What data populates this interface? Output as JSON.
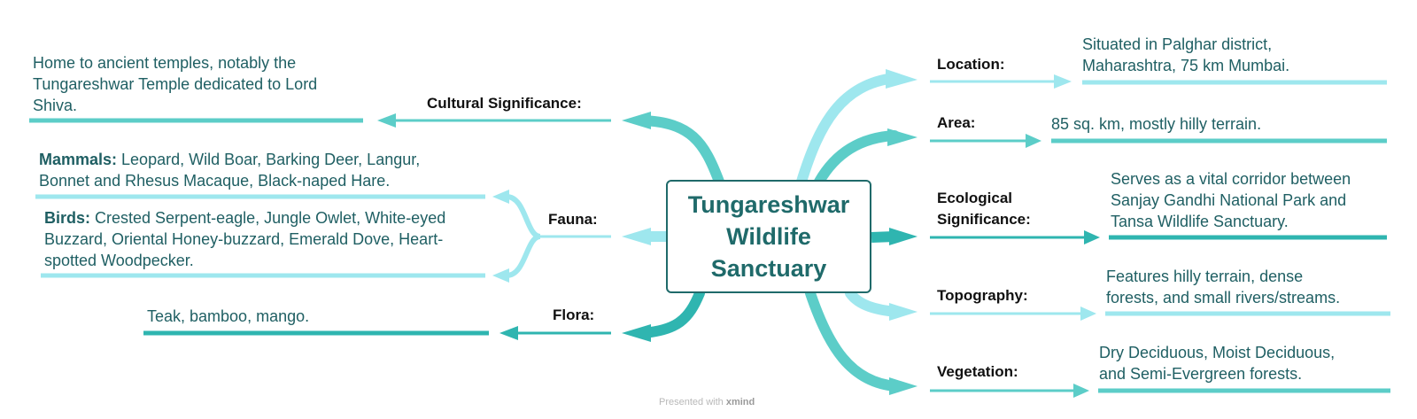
{
  "central": {
    "line1": "Tungareshwar",
    "line2": "Wildlife",
    "line3": "Sanctuary"
  },
  "right": {
    "location": {
      "label": "Location:",
      "text1": "Situated in Palghar district,",
      "text2": "Maharashtra, 75 km Mumbai."
    },
    "area": {
      "label": "Area:",
      "text1": "85 sq. km, mostly hilly terrain."
    },
    "ecological": {
      "label1": "Ecological",
      "label2": "Significance:",
      "text1": "Serves as a vital corridor between",
      "text2": "Sanjay Gandhi National Park and",
      "text3": "Tansa Wildlife Sanctuary."
    },
    "topography": {
      "label": "Topography:",
      "text1": "Features hilly terrain, dense",
      "text2": "forests, and small rivers/streams."
    },
    "vegetation": {
      "label": "Vegetation:",
      "text1": "Dry Deciduous, Moist Deciduous,",
      "text2": "and Semi-Evergreen forests."
    }
  },
  "left": {
    "cultural": {
      "label": "Cultural Significance:",
      "text1": "Home to ancient temples, notably the",
      "text2": "Tungareshwar Temple dedicated to Lord",
      "text3": "Shiva."
    },
    "fauna": {
      "label": "Fauna:",
      "mammals": {
        "title": "Mammals:",
        "text1": " Leopard, Wild Boar, Barking Deer, Langur,",
        "text2": "Bonnet and Rhesus Macaque, Black-naped Hare."
      },
      "birds": {
        "title": "Birds:",
        "text1": " Crested Serpent-eagle, Jungle Owlet, White-eyed",
        "text2": "Buzzard, Oriental Honey-buzzard, Emerald Dove, Heart-",
        "text3": "spotted Woodpecker."
      }
    },
    "flora": {
      "label": "Flora:",
      "text1": "Teak, bamboo, mango."
    }
  },
  "footer": {
    "prefix": "Presented with ",
    "brand": "xmind"
  },
  "colors": {
    "dark": "#1f6a6a",
    "teal": "#2fb5b0",
    "mid": "#5ccdc8",
    "light": "#9ee7ee"
  }
}
